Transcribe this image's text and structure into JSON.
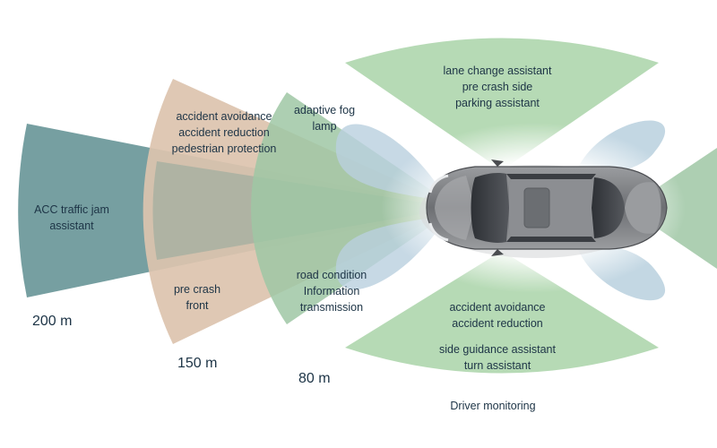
{
  "colors": {
    "long_range": "#6f9a9c",
    "mid_range": "#dcc3ae",
    "short_range": "#9fc7a5",
    "side_zone": "#a9d3a8",
    "rear_lobe": "#b9d0de",
    "car_body": "#7a7c80"
  },
  "zones": {
    "acc": {
      "lines": [
        "ACC traffic jam",
        "assistant"
      ]
    },
    "accident_front": {
      "lines": [
        "accident avoidance",
        "accident reduction",
        "pedestrian protection"
      ]
    },
    "pre_crash_front": {
      "lines": [
        "pre crash",
        "front"
      ]
    },
    "fog_lamp": {
      "lines": [
        "adaptive fog",
        "lamp"
      ]
    },
    "road_condition": {
      "lines": [
        "road condition",
        "Information",
        "transmission"
      ]
    },
    "top_side": {
      "lines": [
        "lane change assistant",
        "pre crash side",
        "parking assistant"
      ]
    },
    "bottom_side_a": {
      "lines": [
        "accident avoidance",
        "accident reduction"
      ]
    },
    "bottom_side_b": {
      "lines": [
        "side guidance assistant",
        "turn assistant"
      ]
    },
    "driver_monitoring": {
      "label": "Driver monitoring"
    }
  },
  "distances": {
    "d200": "200 m",
    "d150": "150 m",
    "d80": "80 m"
  },
  "icons": {
    "car": "car-icon"
  }
}
